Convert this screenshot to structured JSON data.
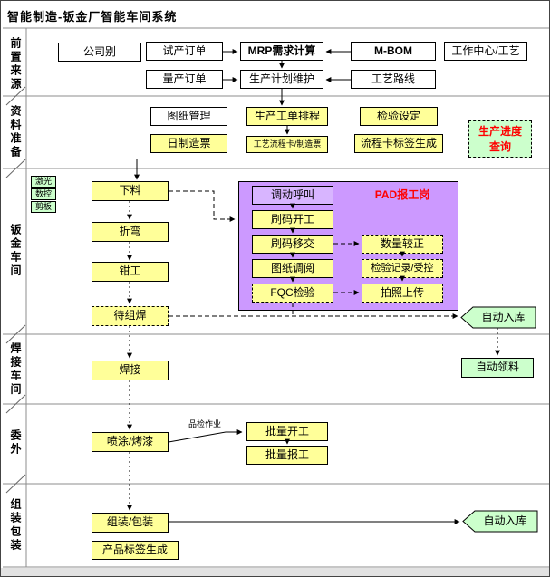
{
  "title": "智能制造-钣金厂智能车间系统",
  "lanes": {
    "pre_source": "前置来源",
    "data_prep": "资料准备",
    "sheet_metal": "钣金车间",
    "welding": "焊接车间",
    "outsourcing": "委外",
    "assembly": "组装包装"
  },
  "nodes": {
    "company": "公司别",
    "trial_order": "试产订单",
    "mrp_calc": "MRP需求计算",
    "mbom": "M-BOM",
    "work_center": "工作中心/工艺",
    "mass_order": "量产订单",
    "plan_maintain": "生产计划维护",
    "process_route": "工艺路线",
    "drawing_mgmt": "图纸管理",
    "work_order_schedule": "生产工单排程",
    "inspection_setting": "检验设定",
    "daily_ticket": "日制造票",
    "process_card": "工艺流程卡/制造票",
    "card_label_gen": "流程卡标签生成",
    "progress_query": "生产进度查询",
    "laser": "激光",
    "cnc": "数控",
    "shear": "剪板",
    "cutting": "下料",
    "bending": "折弯",
    "bench_work": "钳工",
    "pre_weld": "待组焊",
    "dispatch_call": "调动呼叫",
    "pad_station": "PAD报工岗",
    "scan_start": "刷码开工",
    "scan_transfer": "刷码移交",
    "drawing_view": "图纸调阅",
    "fqc": "FQC检验",
    "qty_correct": "数量较正",
    "inspect_record": "检验记录/受控",
    "photo_upload": "拍照上传",
    "auto_stock_in_1": "自动入库",
    "welding_op": "焊接",
    "auto_picking": "自动领料",
    "spray": "喷涂/烤漆",
    "quality_check": "品检作业",
    "batch_start": "批量开工",
    "batch_report": "批量报工",
    "assembly_pack": "组装/包装",
    "product_label": "产品标签生成",
    "auto_stock_in_2": "自动入库"
  },
  "colors": {
    "node_yellow": "#ffff99",
    "node_green": "#ccffcc",
    "pad_panel_purple": "#cc99ff",
    "dispatch_lavender": "#d8b5ff",
    "highlight_red": "#ff0000"
  }
}
